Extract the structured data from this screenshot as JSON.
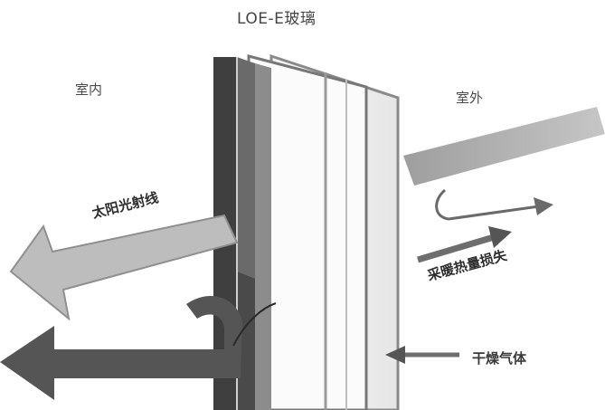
{
  "title": "LOE-E玻璃",
  "sides": {
    "indoor": "室内",
    "outdoor": "室外"
  },
  "callouts": {
    "solar": "太阳光射线",
    "heat_loss": "采暖热量损失",
    "dry_gas": "干燥气体"
  },
  "colors": {
    "background": "#ffffff",
    "frame_dark": "#3f3f3f",
    "frame_mid": "#6a6a6a",
    "glass_light": "#f2f2f2",
    "arrow_light": "#b9b9b9",
    "arrow_dark": "#555555"
  }
}
